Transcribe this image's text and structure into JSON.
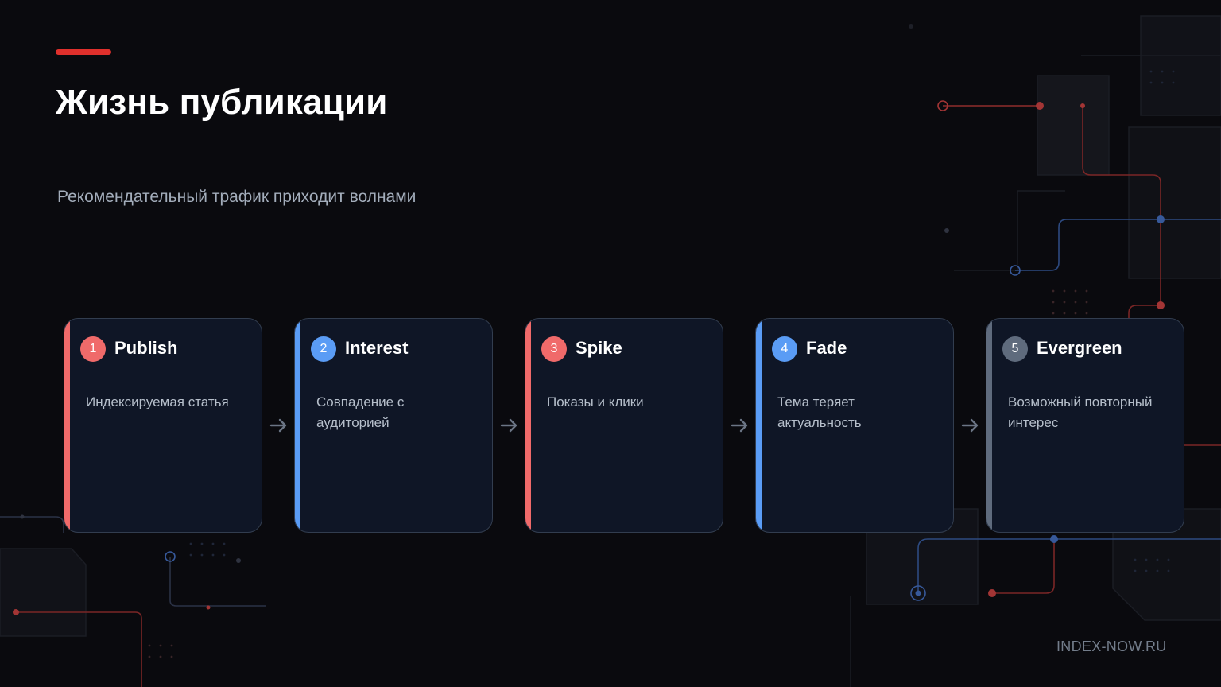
{
  "slide": {
    "title": "Жизнь публикации",
    "subtitle": "Рекомендательный трафик приходит волнами",
    "footer": "INDEX-NOW.RU"
  },
  "colors": {
    "accent_red": "#e0302c",
    "step_red": "#f06a6a",
    "step_blue": "#5a9cf5",
    "step_gray": "#5f6b7d"
  },
  "steps": [
    {
      "number": "1",
      "title": "Publish",
      "description": "Индексируемая статья",
      "color": "#f06a6a"
    },
    {
      "number": "2",
      "title": "Interest",
      "description": "Совпадение с аудиторией",
      "color": "#5a9cf5"
    },
    {
      "number": "3",
      "title": "Spike",
      "description": "Показы и клики",
      "color": "#f06a6a"
    },
    {
      "number": "4",
      "title": "Fade",
      "description": "Тема теряет актуальность",
      "color": "#5a9cf5"
    },
    {
      "number": "5",
      "title": "Evergreen",
      "description": "Возможный повторный интерес",
      "color": "#5f6b7d"
    }
  ],
  "icons": {
    "connector": "arrow-right-icon"
  }
}
